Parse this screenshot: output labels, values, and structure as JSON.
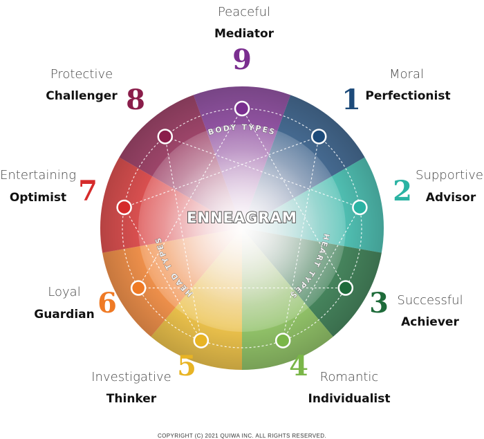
{
  "title": "ENNEAGRAM",
  "groups": {
    "body": "BODY TYPES",
    "heart": "HEART TYPES",
    "head": "HEAD TYPES"
  },
  "copyright": "COPYRIGHT (C) 2021 QUIWA INC. ALL RIGHTS RESERVED.",
  "types": [
    {
      "number": "1",
      "trait": "Moral",
      "role": "Perfectionist",
      "color": "#1d4b7a"
    },
    {
      "number": "2",
      "trait": "Supportive",
      "role": "Advisor",
      "color": "#2bb3a3"
    },
    {
      "number": "3",
      "trait": "Successful",
      "role": "Achiever",
      "color": "#1e6b3a"
    },
    {
      "number": "4",
      "trait": "Romantic",
      "role": "Individualist",
      "color": "#7ab648"
    },
    {
      "number": "5",
      "trait": "Investigative",
      "role": "Thinker",
      "color": "#e8b424"
    },
    {
      "number": "6",
      "trait": "Loyal",
      "role": "Guardian",
      "color": "#ef7a25"
    },
    {
      "number": "7",
      "trait": "Entertaining",
      "role": "Optimist",
      "color": "#d52b2b"
    },
    {
      "number": "8",
      "trait": "Protective",
      "role": "Challenger",
      "color": "#8a1d4a"
    },
    {
      "number": "9",
      "trait": "Peaceful",
      "role": "Mediator",
      "color": "#7a2e8f"
    }
  ]
}
